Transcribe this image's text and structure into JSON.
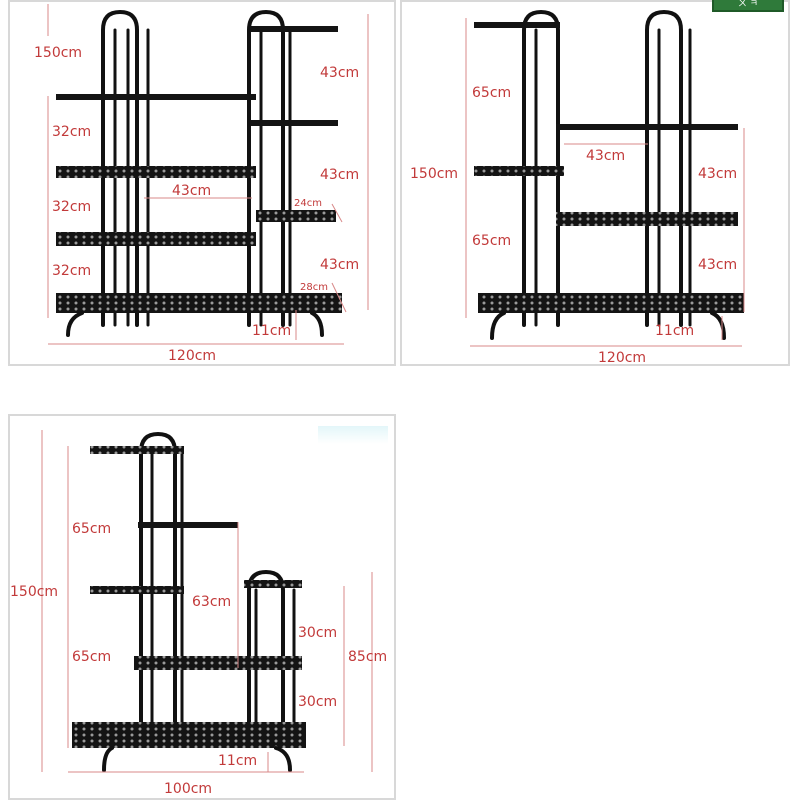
{
  "colors": {
    "dimension": "#c23a3a",
    "shelf": "#141414",
    "frame": "#111111",
    "badge": "#2f7a3a"
  },
  "badge_icon": "logo-icon",
  "badge_text": "ㄨ ㅋ",
  "panel1": {
    "height": "150cm",
    "left_spacings": [
      "32cm",
      "32cm",
      "32cm"
    ],
    "right_spacings": [
      "43cm",
      "43cm",
      "43cm"
    ],
    "inner_width": "43cm",
    "depth_small": "24cm",
    "depth_large": "28cm",
    "leg_height": "11cm",
    "width": "120cm"
  },
  "panel2": {
    "height": "150cm",
    "left_spacings": [
      "65cm",
      "65cm"
    ],
    "right_spacings": [
      "43cm",
      "43cm"
    ],
    "inner_width": "43cm",
    "leg_height": "11cm",
    "width": "120cm"
  },
  "panel3": {
    "height": "150cm",
    "left_spacings": [
      "65cm",
      "65cm"
    ],
    "mid_height": "63cm",
    "right_spacings": [
      "30cm",
      "30cm"
    ],
    "right_total": "85cm",
    "leg_height": "11cm",
    "width": "100cm"
  }
}
